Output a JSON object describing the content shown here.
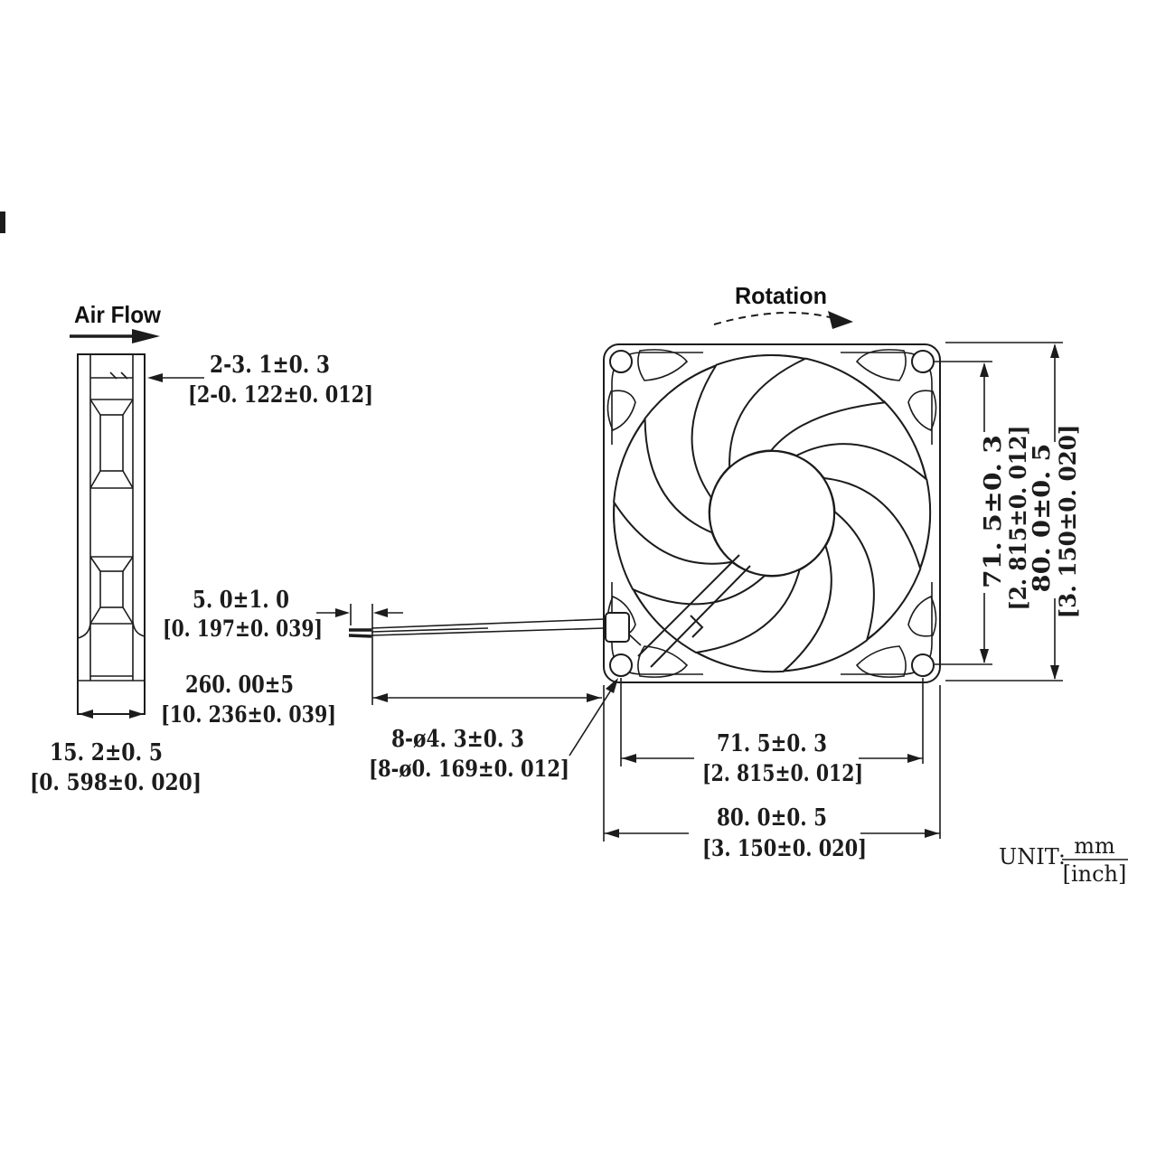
{
  "page": {
    "background": "#ffffff",
    "line_color": "#1c1c1c"
  },
  "labels": {
    "air_flow": "Air Flow",
    "rotation": "Rotation",
    "unit": "UNIT:",
    "unit_mm": "mm",
    "unit_inch": "[inch]"
  },
  "dims": {
    "flange_mm": "2-3. 1±0. 3",
    "flange_in": "[2-0. 122±0. 012]",
    "strip_mm": "5. 0±1. 0",
    "strip_in": "[0. 197±0. 039]",
    "wire_mm": "260. 00±5",
    "wire_in": "[10. 236±0. 039]",
    "thick_mm": "15. 2±0. 5",
    "thick_in": "[0. 598±0. 020]",
    "holes_mm": "8-ø4. 3±0. 3",
    "holes_in": "[8-ø0. 169±0. 012]",
    "pitch_h_mm": "71. 5±0. 3",
    "pitch_h_in": "[2. 815±0. 012]",
    "width_mm": "80. 0±0. 5",
    "width_in": "[3. 150±0. 020]",
    "pitch_v_mm": "71. 5±0. 3",
    "pitch_v_in": "[2. 815±0. 012]",
    "height_mm": "80. 0±0. 5",
    "height_in": "[3. 150±0. 020]"
  }
}
